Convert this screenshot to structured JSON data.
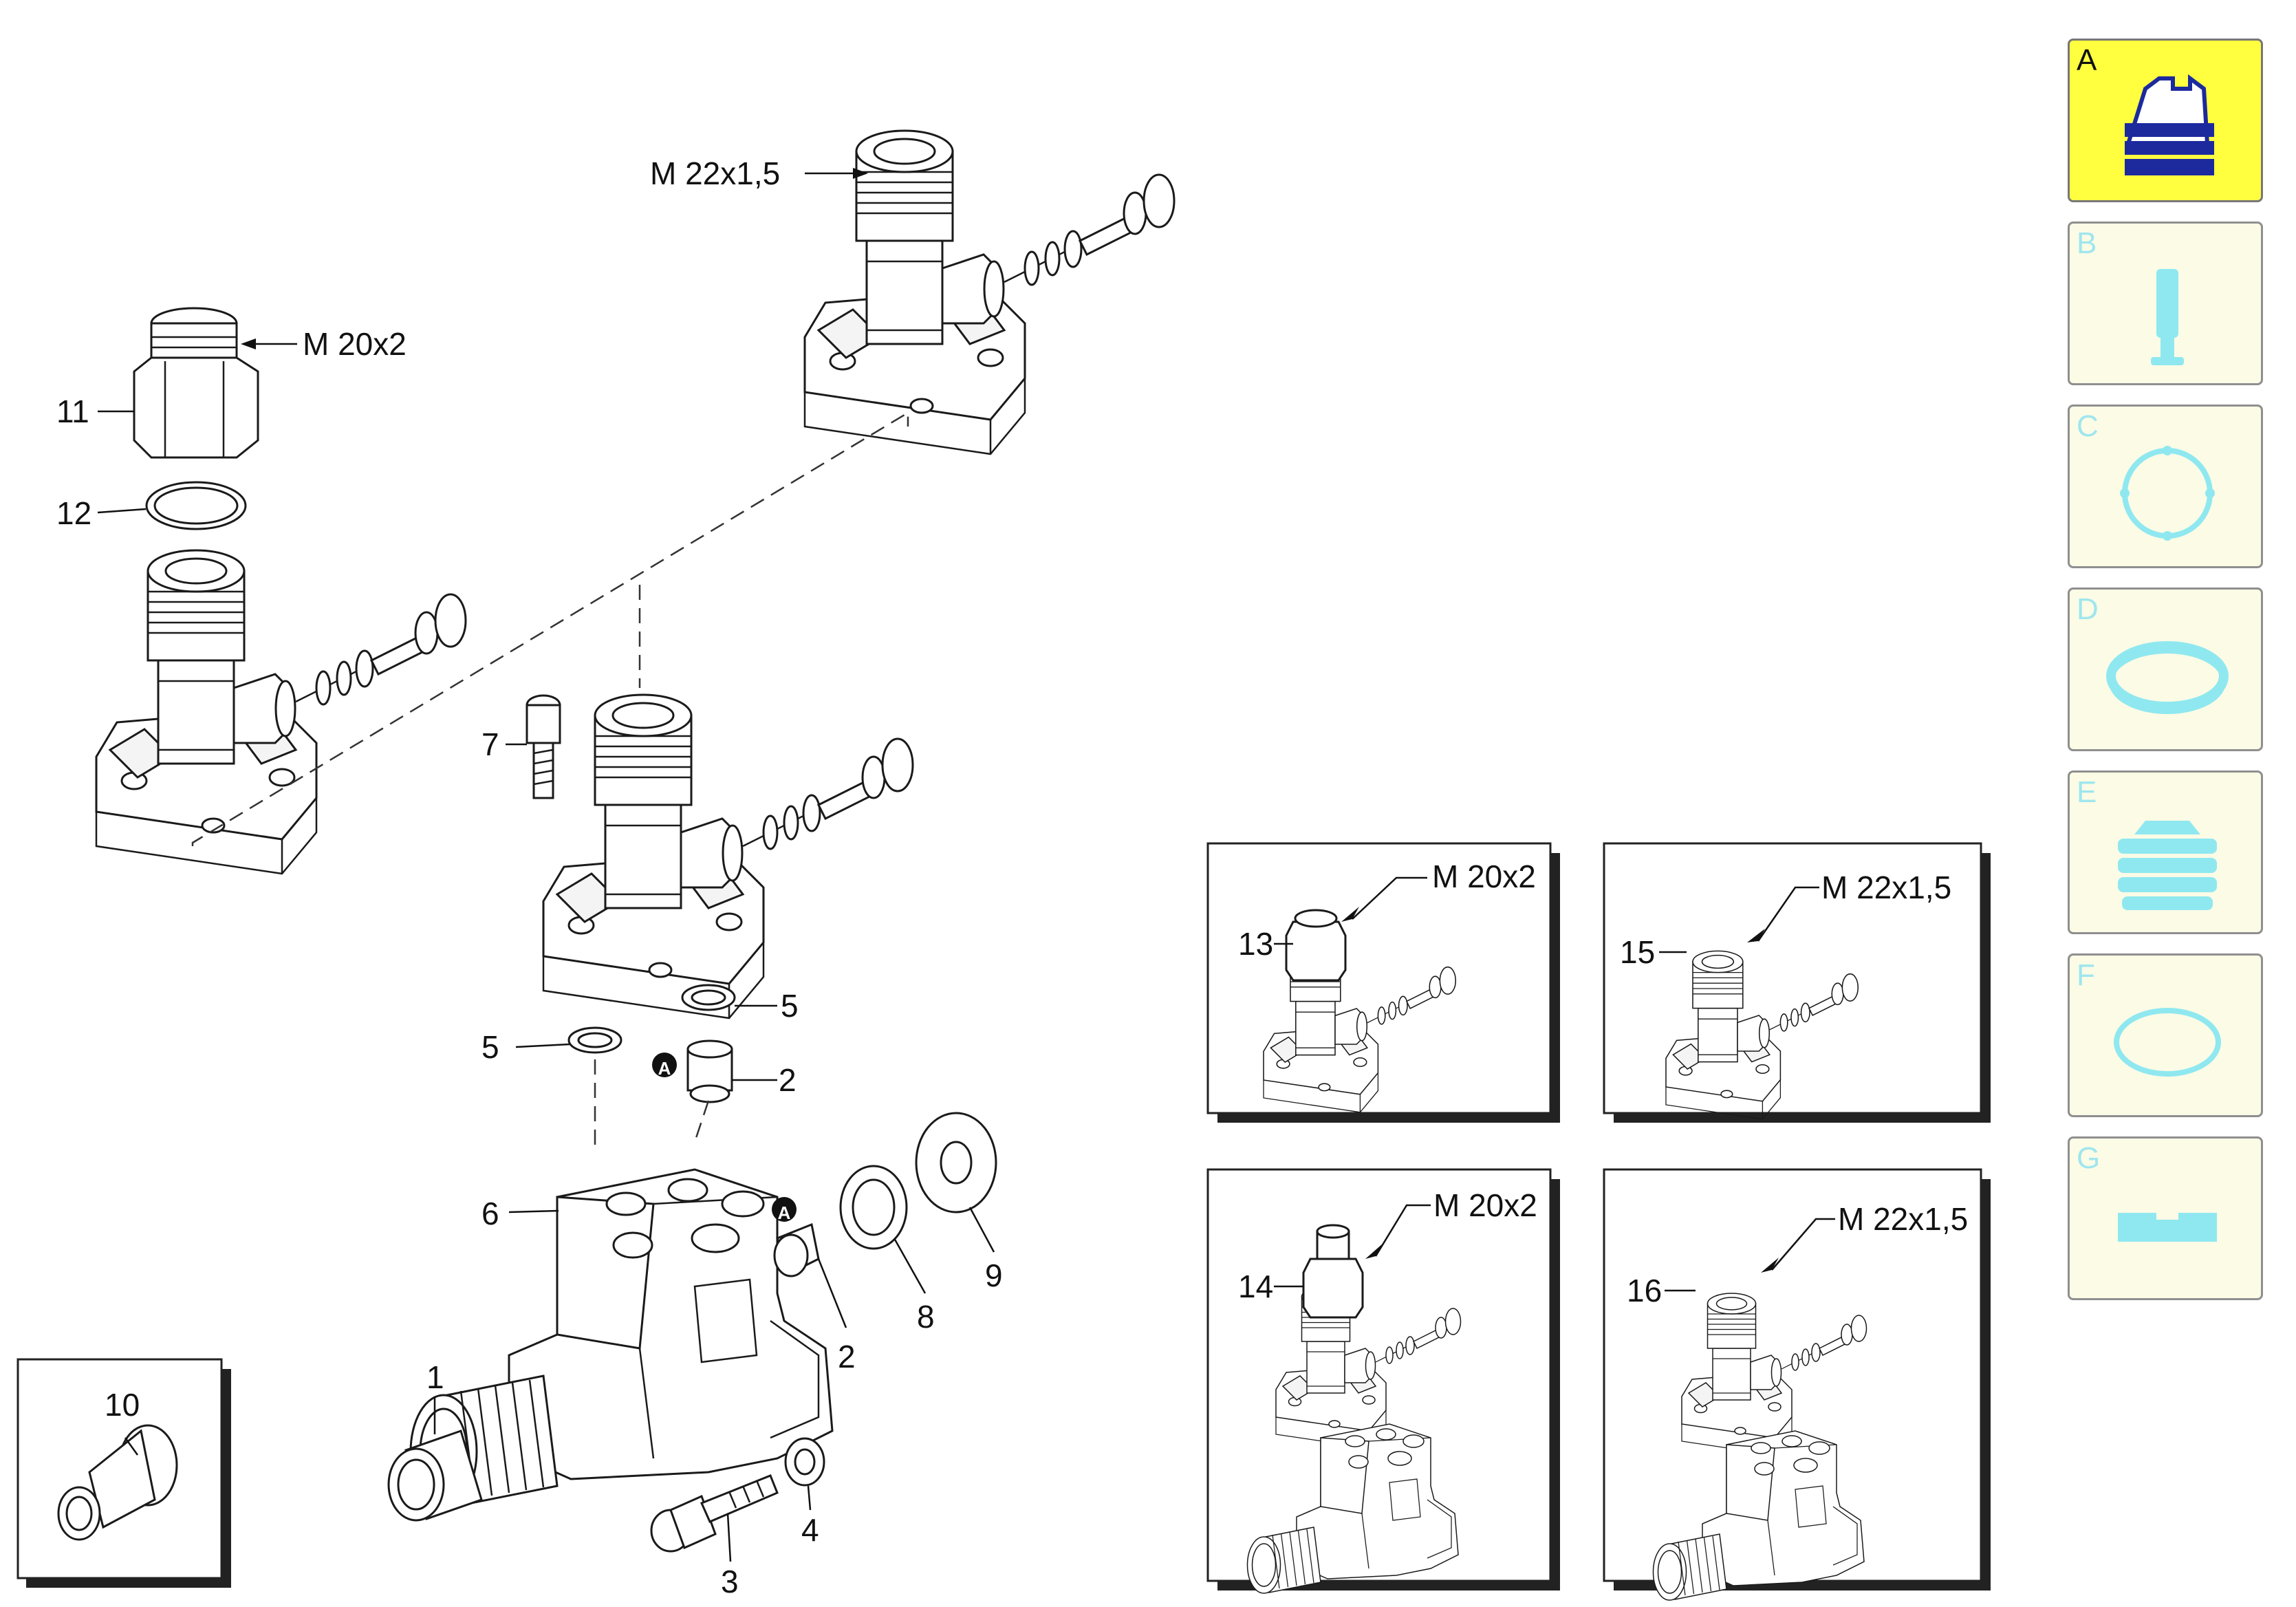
{
  "thread_labels": {
    "t_top": "M 22x1,5",
    "t_left": "M 20x2",
    "t_13": "M 20x2",
    "t_15": "M 22x1,5",
    "t_14": "M 20x2",
    "t_16": "M 22x1,5"
  },
  "part_numbers": {
    "p1": "1",
    "p2a": "2",
    "p2b": "2",
    "p3": "3",
    "p4": "4",
    "p5a": "5",
    "p5b": "5",
    "p6": "6",
    "p7": "7",
    "p8": "8",
    "p9": "9",
    "p10": "10",
    "p11": "11",
    "p12": "12",
    "p13": "13",
    "p14": "14",
    "p15": "15",
    "p16": "16"
  },
  "markers": {
    "ma": "A",
    "mb": "A"
  },
  "tabs": [
    {
      "letter": "A",
      "icon": "pump-head-icon",
      "active": true
    },
    {
      "letter": "B",
      "icon": "valve-pin-icon",
      "active": false
    },
    {
      "letter": "C",
      "icon": "o-ring-icon",
      "active": false
    },
    {
      "letter": "D",
      "icon": "seal-ring-icon",
      "active": false
    },
    {
      "letter": "E",
      "icon": "grooved-sleeve-icon",
      "active": false
    },
    {
      "letter": "F",
      "icon": "gasket-icon",
      "active": false
    },
    {
      "letter": "G",
      "icon": "clip-plate-icon",
      "active": false
    }
  ],
  "colors": {
    "active_tab": "#ffff40",
    "tab_bg": "#fbfbe6",
    "tab_icon": "#8fe8f0",
    "active_icon": "#1c2a9e"
  }
}
